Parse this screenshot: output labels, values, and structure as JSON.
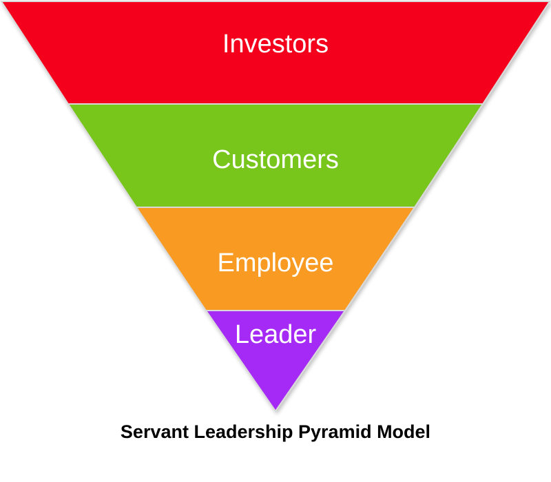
{
  "diagram": {
    "caption": "Servant Leadership Pyramid Model",
    "tiers": [
      {
        "label": "Investors",
        "color": "#f5001a"
      },
      {
        "label": "Customers",
        "color": "#78c51f"
      },
      {
        "label": "Employee",
        "color": "#f99a22"
      },
      {
        "label": "Leader",
        "color": "#a52cf5"
      }
    ]
  }
}
